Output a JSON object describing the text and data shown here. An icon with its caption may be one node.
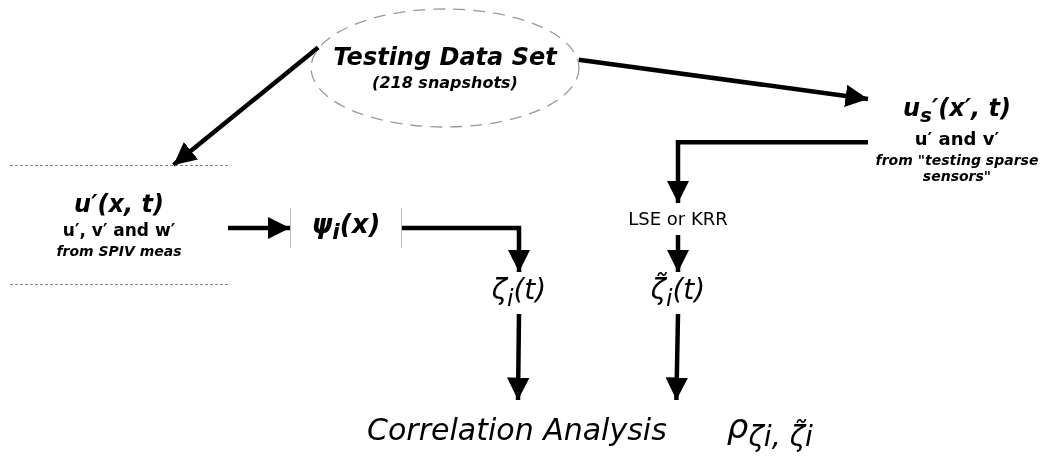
{
  "diagram": {
    "nodes": [
      {
        "text": [
          "Testing Data Set",
          "(218 snapshots)"
        ]
      },
      {
        "text": [
          "u′(x, t)",
          "u′, v′ and w′",
          "from SPIV meas"
        ]
      },
      {
        "text": [
          "u$_{s}$′(x′, t)",
          "u′ and v′",
          "from \"testing sparse sensors\""
        ]
      },
      {
        "text": [
          "ψ$_{i}$(x)"
        ]
      },
      {
        "text": [
          "LSE or KRR"
        ]
      },
      {
        "text": [
          "ζ$_{i}$(t)"
        ]
      },
      {
        "text": [
          "ζ̃$_{i}$(t)"
        ]
      },
      {
        "text": [
          "Correlation Analysis",
          "ρ$_{ζi, ζ̃i}$"
        ]
      }
    ],
    "edges": [
      {
        "from": 0,
        "to": 1,
        "arrow": "to"
      },
      {
        "from": 0,
        "to": 2,
        "arrow": "to"
      },
      {
        "from": 2,
        "to": 4,
        "arrow": "to"
      },
      {
        "from": 1,
        "to": 3,
        "arrow": "to"
      },
      {
        "from": 3,
        "to": 5,
        "arrow": "to"
      },
      {
        "from": 4,
        "to": 6,
        "arrow": "to"
      },
      {
        "from": 5,
        "to": 7,
        "arrow": "to"
      },
      {
        "from": 6,
        "to": 7,
        "arrow": "to"
      }
    ]
  }
}
